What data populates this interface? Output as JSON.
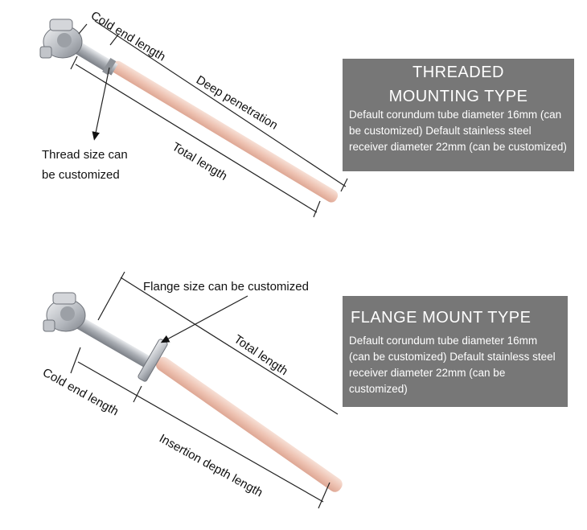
{
  "threaded": {
    "title_line1": "THREADED",
    "title_line2": "MOUNTING TYPE",
    "description": "Default corundum tube diameter 16mm (can be customized) Default stainless steel receiver diameter 22mm (can be customized)",
    "labels": {
      "cold_end": "Cold end length",
      "deep_penetration": "Deep penetration",
      "total_length": "Total length",
      "thread_line1": "Thread size can",
      "thread_line2": "be customized"
    }
  },
  "flange": {
    "title": "FLANGE MOUNT TYPE",
    "description": "Default corundum tube diameter 16mm (can be customized) Default stainless steel receiver diameter 22mm (can be customized)",
    "labels": {
      "flange_size": "Flange size can be customized",
      "total_length": "Total length",
      "cold_end": "Cold end length",
      "insertion_depth": "Insertion depth length"
    }
  },
  "colors": {
    "ceramic": "#f2cfc2",
    "steel": "#b9bcc0",
    "panel": "#777777"
  }
}
